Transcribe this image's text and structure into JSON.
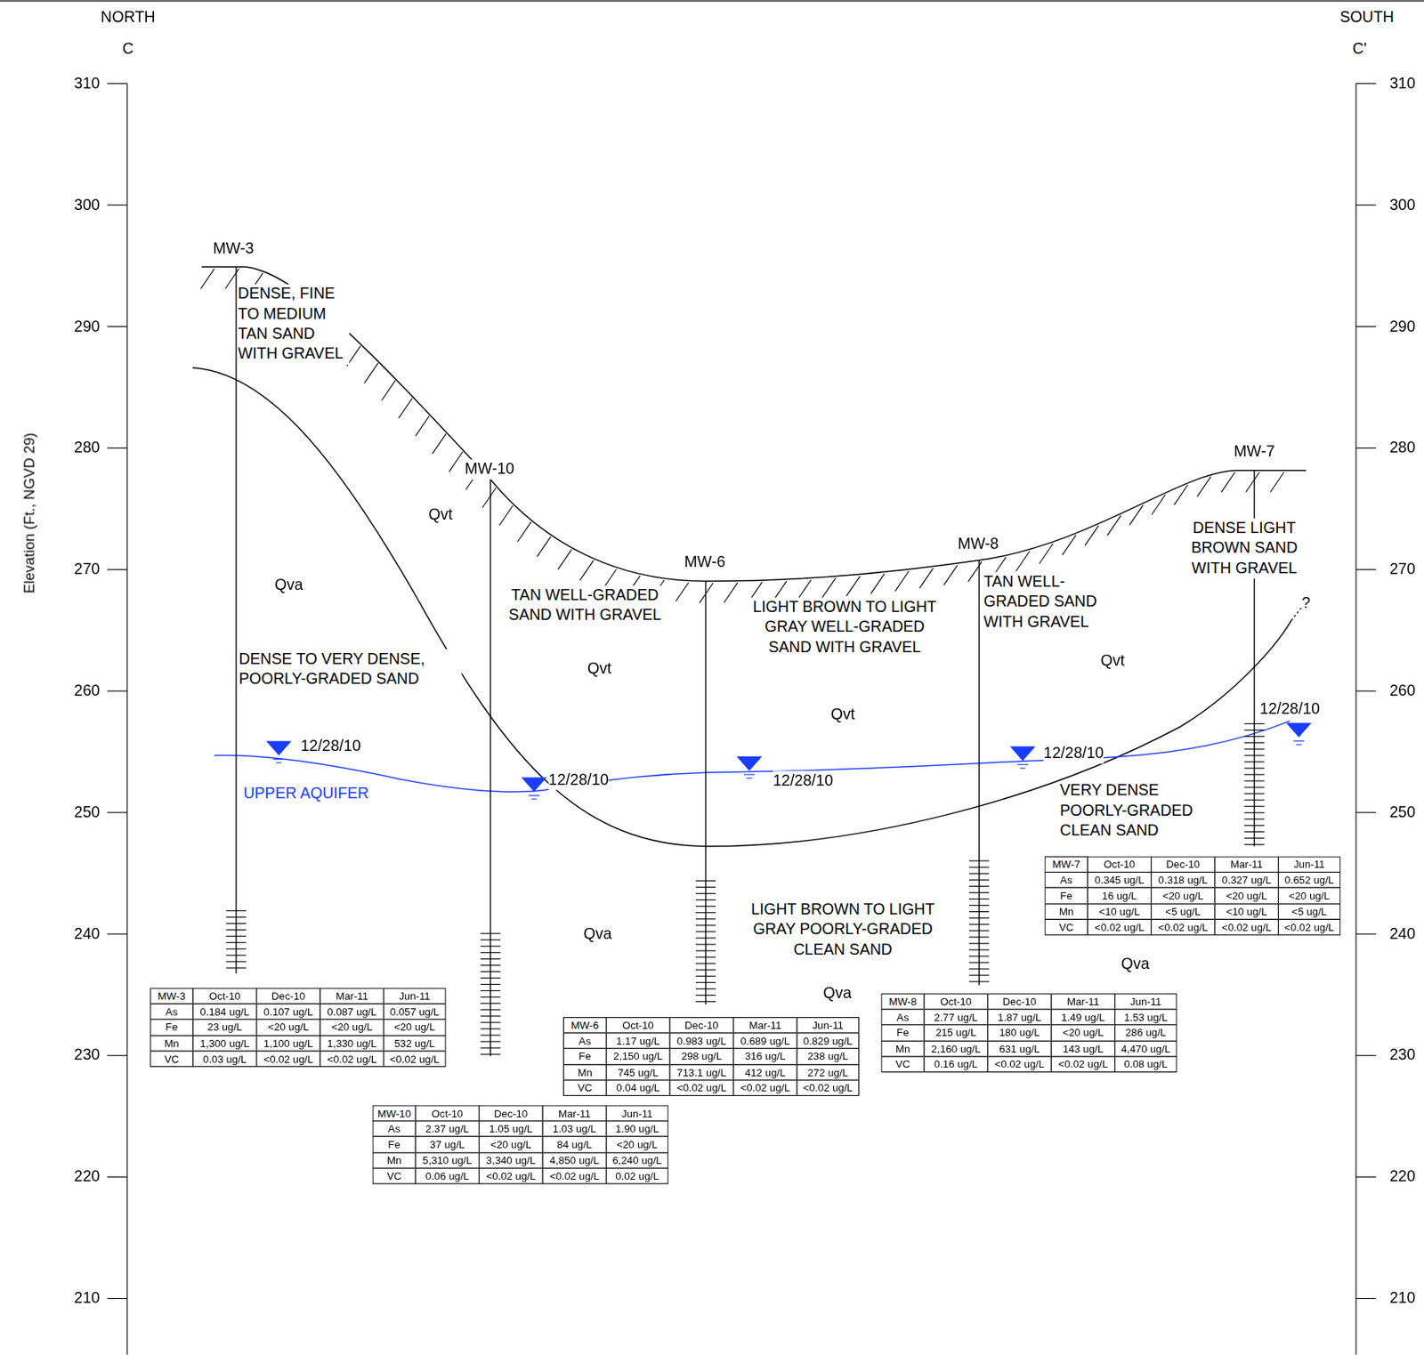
{
  "diagram": {
    "labels": [
      "NORTH",
      "C",
      "SOUTH",
      "C'",
      "Elevation (Ft., NGVD 29)",
      "310",
      "300",
      "290",
      "280",
      "270",
      "260",
      "250",
      "240",
      "230",
      "220",
      "210",
      "310",
      "300",
      "290",
      "280",
      "270",
      "260",
      "250",
      "240",
      "230",
      "220",
      "210",
      "MW-3",
      "MW-10",
      "MW-6",
      "MW-8",
      "MW-7",
      "DENSE, FINE TO MEDIUM TAN SAND WITH GRAVEL",
      "DENSE TO VERY DENSE, POORLY-GRADED SAND",
      "TAN WELL-GRADED SAND WITH GRAVEL",
      "LIGHT BROWN TO LIGHT GRAY WELL-GRADED SAND WITH GRAVEL",
      "TAN WELL-GRADED SAND WITH GRAVEL",
      "DENSE LIGHT BROWN SAND WITH GRAVEL",
      "VERY DENSE POORLY-GRADED CLEAN SAND",
      "LIGHT BROWN TO LIGHT GRAY POORLY-GRADED CLEAN SAND",
      "Qvt",
      "Qvt",
      "Qvt",
      "Qvt",
      "Qva",
      "Qva",
      "Qva",
      "Qva",
      "12/28/10",
      "12/28/10",
      "12/28/10",
      "12/28/10",
      "12/28/10",
      "UPPER AQUIFER",
      "?",
      "MW-3",
      "Oct-10",
      "Dec-10",
      "Mar-11",
      "Jun-11",
      "As",
      "0.184 ug/L",
      "0.107 ug/L",
      "0.087 ug/L",
      "0.057 ug/L",
      "Fe",
      "23 ug/L",
      "<20 ug/L",
      "<20 ug/L",
      "<20 ug/L",
      "Mn",
      "1,300 ug/L",
      "1,100 ug/L",
      "1,330 ug/L",
      "532 ug/L",
      "VC",
      "0.03 ug/L",
      "<0.02 ug/L",
      "<0.02 ug/L",
      "<0.02 ug/L",
      "MW-10",
      "Oct-10",
      "Dec-10",
      "Mar-11",
      "Jun-11",
      "As",
      "2.37 ug/L",
      "1.05 ug/L",
      "1.03 ug/L",
      "1.90 ug/L",
      "Fe",
      "37 ug/L",
      "<20 ug/L",
      "84 ug/L",
      "<20 ug/L",
      "Mn",
      "5,310 ug/L",
      "3,340 ug/L",
      "4,850 ug/L",
      "6,240 ug/L",
      "VC",
      "0.06 ug/L",
      "<0.02 ug/L",
      "<0.02 ug/L",
      "0.02 ug/L",
      "MW-6",
      "Oct-10",
      "Dec-10",
      "Mar-11",
      "Jun-11",
      "As",
      "1.17 ug/L",
      "0.983 ug/L",
      "0.689 ug/L",
      "0.829 ug/L",
      "Fe",
      "2,150 ug/L",
      "298 ug/L",
      "316 ug/L",
      "238 ug/L",
      "Mn",
      "745 ug/L",
      "713.1 ug/L",
      "412 ug/L",
      "272 ug/L",
      "VC",
      "0.04 ug/L",
      "<0.02 ug/L",
      "<0.02 ug/L",
      "<0.02 ug/L",
      "MW-8",
      "Oct-10",
      "Dec-10",
      "Mar-11",
      "Jun-11",
      "As",
      "2.77 ug/L",
      "1.87 ug/L",
      "1.49 ug/L",
      "1.53 ug/L",
      "Fe",
      "215 ug/L",
      "180 ug/L",
      "<20 ug/L",
      "286 ug/L",
      "Mn",
      "2,160 ug/L",
      "631 ug/L",
      "143 ug/L",
      "4,470 ug/L",
      "VC",
      "0.16 ug/L",
      "<0.02 ug/L",
      "<0.02 ug/L",
      "0.08 ug/L",
      "MW-7",
      "Oct-10",
      "Dec-10",
      "Mar-11",
      "Jun-11",
      "As",
      "0.345 ug/L",
      "0.318 ug/L",
      "0.327 ug/L",
      "0.652 ug/L",
      "Fe",
      "16 ug/L",
      "<20 ug/L",
      "<20 ug/L",
      "<20 ug/L",
      "Mn",
      "<10 ug/L",
      "<5 ug/L",
      "<10 ug/L",
      "<5 ug/L",
      "VC",
      "<0.02 ug/L",
      "<0.02 ug/L",
      "<0.02 ug/L",
      "<0.02 ug/L"
    ]
  }
}
